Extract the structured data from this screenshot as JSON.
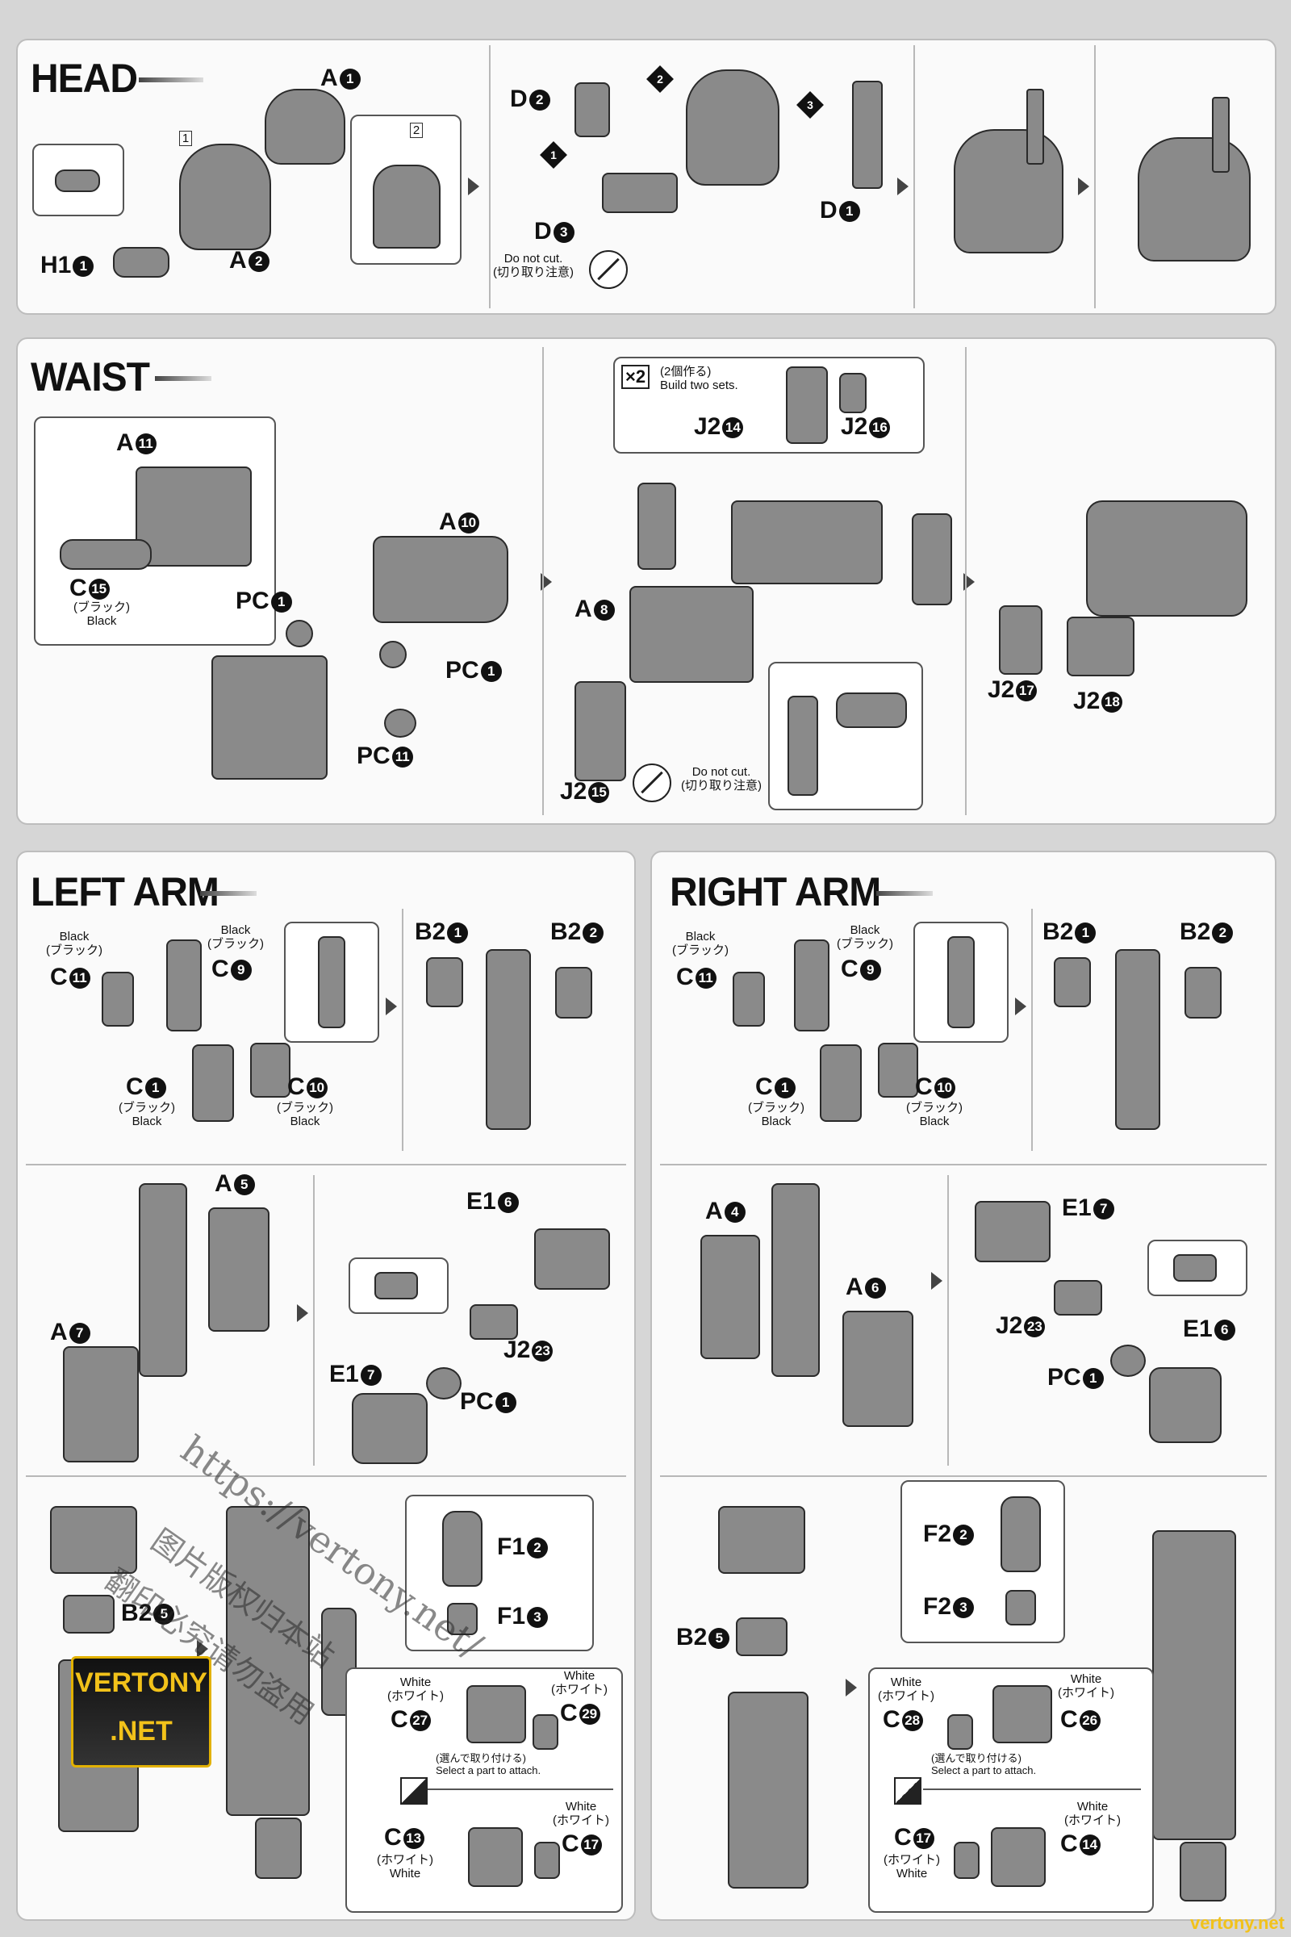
{
  "sections": {
    "head": "HEAD",
    "waist": "WAIST",
    "left_arm": "LEFT ARM",
    "right_arm": "RIGHT ARM"
  },
  "head": {
    "a1": {
      "letter": "A",
      "num": "1"
    },
    "a2": {
      "letter": "A",
      "num": "2"
    },
    "h1": {
      "letter": "H1",
      "num": "1"
    },
    "d2": {
      "letter": "D",
      "num": "2"
    },
    "d3": {
      "letter": "D",
      "num": "3"
    },
    "d1": {
      "letter": "D",
      "num": "1"
    },
    "step1": "1",
    "step2": "2",
    "step3": "3",
    "callout1": "1",
    "callout2": "2",
    "no_cut": "Do not cut.",
    "no_cut_jp": "(切り取り注意)"
  },
  "waist": {
    "a11": {
      "letter": "A",
      "num": "11"
    },
    "a10": {
      "letter": "A",
      "num": "10"
    },
    "c15": {
      "letter": "C",
      "num": "15"
    },
    "c15_jp": "(ブラック)",
    "c15_en": "Black",
    "pc1a": {
      "letter": "PC",
      "num": "1"
    },
    "pc1b": {
      "letter": "PC",
      "num": "1"
    },
    "pc11": {
      "letter": "PC",
      "num": "11"
    },
    "x2": "×2",
    "build_jp": "(2個作る)",
    "build_en": "Build two sets.",
    "j2_14": {
      "letter": "J2",
      "num": "14"
    },
    "j2_16": {
      "letter": "J2",
      "num": "16"
    },
    "a8": {
      "letter": "A",
      "num": "8"
    },
    "j2_15": {
      "letter": "J2",
      "num": "15"
    },
    "j2_17": {
      "letter": "J2",
      "num": "17"
    },
    "j2_18": {
      "letter": "J2",
      "num": "18"
    },
    "no_cut": "Do not cut.",
    "no_cut_jp": "(切り取り注意)"
  },
  "left_arm": {
    "c11": {
      "letter": "C",
      "num": "11"
    },
    "c11_en": "Black",
    "c11_jp": "(ブラック)",
    "c9": {
      "letter": "C",
      "num": "9"
    },
    "c9_en": "Black",
    "c9_jp": "(ブラック)",
    "c1": {
      "letter": "C",
      "num": "1"
    },
    "c1_jp": "(ブラック)",
    "c1_en": "Black",
    "c10": {
      "letter": "C",
      "num": "10"
    },
    "c10_jp": "(ブラック)",
    "c10_en": "Black",
    "b21": {
      "letter": "B2",
      "num": "1"
    },
    "b22": {
      "letter": "B2",
      "num": "2"
    },
    "a5": {
      "letter": "A",
      "num": "5"
    },
    "a7": {
      "letter": "A",
      "num": "7"
    },
    "e16": {
      "letter": "E1",
      "num": "6"
    },
    "e17": {
      "letter": "E1",
      "num": "7"
    },
    "j223": {
      "letter": "J2",
      "num": "23"
    },
    "pc1": {
      "letter": "PC",
      "num": "1"
    },
    "b25": {
      "letter": "B2",
      "num": "5"
    },
    "f12": {
      "letter": "F1",
      "num": "2"
    },
    "f13": {
      "letter": "F1",
      "num": "3"
    },
    "c27": {
      "letter": "C",
      "num": "27"
    },
    "c27_en": "White",
    "c27_jp": "(ホワイト)",
    "c29": {
      "letter": "C",
      "num": "29"
    },
    "c29_en": "White",
    "c29_jp": "(ホワイト)",
    "c13": {
      "letter": "C",
      "num": "13"
    },
    "c13_jp": "(ホワイト)",
    "c13_en": "White",
    "c17": {
      "letter": "C",
      "num": "17"
    },
    "c17_en": "White",
    "c17_jp": "(ホワイト)",
    "select_jp": "(選んで取り付ける)",
    "select_en": "Select a part to attach."
  },
  "right_arm": {
    "c11": {
      "letter": "C",
      "num": "11"
    },
    "c11_en": "Black",
    "c11_jp": "(ブラック)",
    "c9": {
      "letter": "C",
      "num": "9"
    },
    "c9_en": "Black",
    "c9_jp": "(ブラック)",
    "c1": {
      "letter": "C",
      "num": "1"
    },
    "c1_jp": "(ブラック)",
    "c1_en": "Black",
    "c10": {
      "letter": "C",
      "num": "10"
    },
    "c10_jp": "(ブラック)",
    "c10_en": "Black",
    "b21": {
      "letter": "B2",
      "num": "1"
    },
    "b22": {
      "letter": "B2",
      "num": "2"
    },
    "a4": {
      "letter": "A",
      "num": "4"
    },
    "a6": {
      "letter": "A",
      "num": "6"
    },
    "e17": {
      "letter": "E1",
      "num": "7"
    },
    "e16": {
      "letter": "E1",
      "num": "6"
    },
    "j223": {
      "letter": "J2",
      "num": "23"
    },
    "pc1": {
      "letter": "PC",
      "num": "1"
    },
    "b25": {
      "letter": "B2",
      "num": "5"
    },
    "f22": {
      "letter": "F2",
      "num": "2"
    },
    "f23": {
      "letter": "F2",
      "num": "3"
    },
    "c28": {
      "letter": "C",
      "num": "28"
    },
    "c28_en": "White",
    "c28_jp": "(ホワイト)",
    "c26": {
      "letter": "C",
      "num": "26"
    },
    "c26_en": "White",
    "c26_jp": "(ホワイト)",
    "c17": {
      "letter": "C",
      "num": "17"
    },
    "c17_jp": "(ホワイト)",
    "c17_en": "White",
    "c14": {
      "letter": "C",
      "num": "14"
    },
    "c14_en": "White",
    "c14_jp": "(ホワイト)",
    "select_jp": "(選んで取り付ける)",
    "select_en": "Select a part to attach."
  },
  "watermark": {
    "url": "https://vertony.net/",
    "cn1": "图片版权归本站",
    "cn2": "翻印必究请勿盗用"
  },
  "logo": {
    "line1": "VERTONY",
    "line2": ".NET"
  },
  "footer": "vertony.net"
}
